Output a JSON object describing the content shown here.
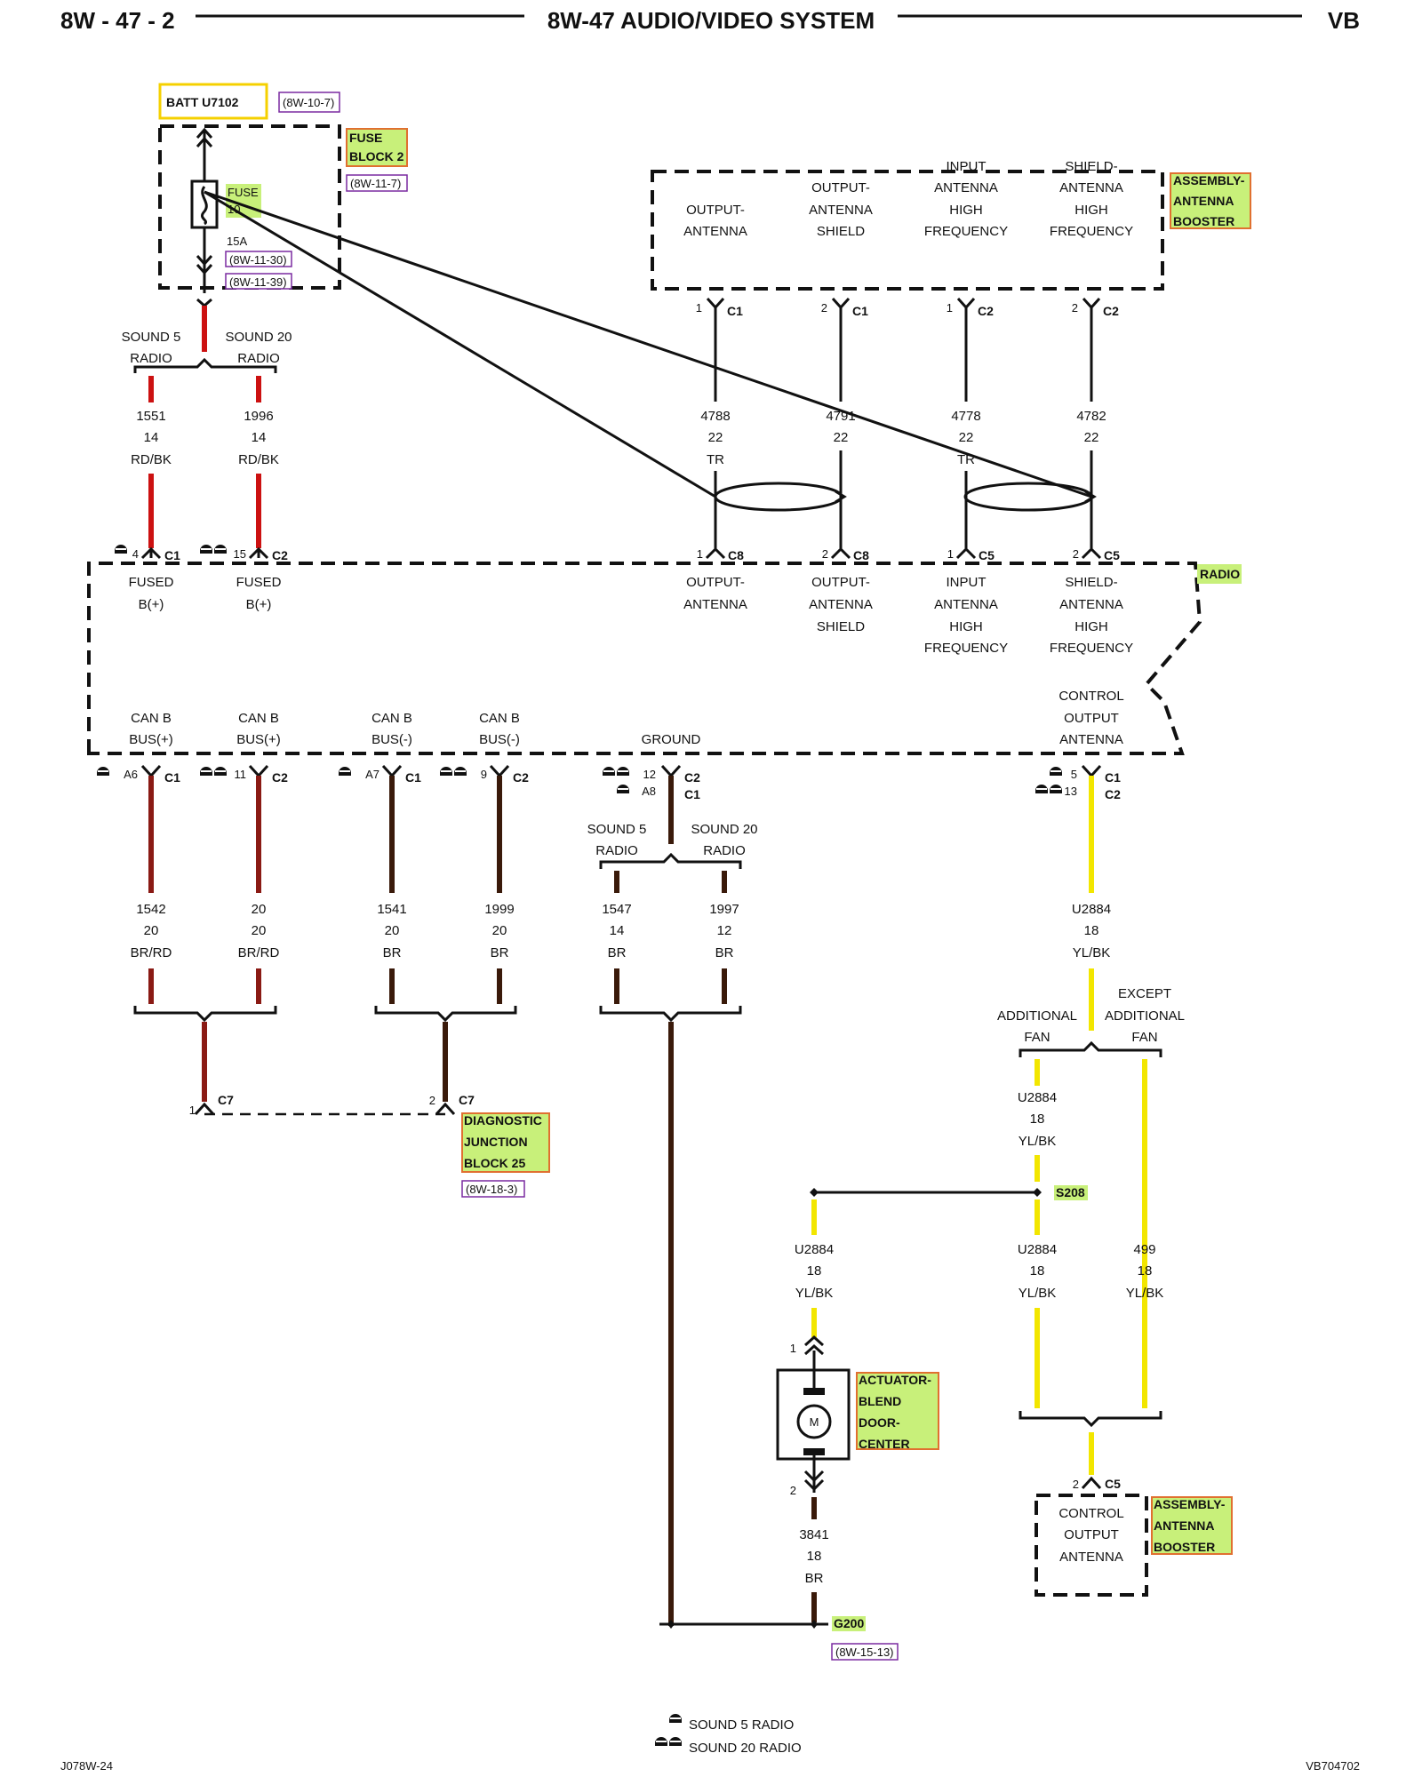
{
  "header": {
    "left": "8W - 47 - 2",
    "title": "8W-47 AUDIO/VIDEO SYSTEM",
    "right": "VB"
  },
  "footer": {
    "left": "J078W-24",
    "right": "VB704702"
  },
  "legend": {
    "sound5": "SOUND 5 RADIO",
    "sound20": "SOUND 20 RADIO"
  },
  "colors": {
    "red_wire": "#cc1111",
    "yellow_wire": "#f2e600",
    "brown_wire": "#3a1a0a",
    "highlight_green": "#c8f07a",
    "highlight_orange_border": "#e07030",
    "ref_border": "#7a2aa0"
  },
  "top_left": {
    "batt_label": "BATT U7102",
    "batt_ref": "(8W-10-7)",
    "fuse_block": [
      "FUSE",
      "BLOCK 2"
    ],
    "fuse_block_ref": "(8W-11-7)",
    "fuse": [
      "FUSE",
      "10"
    ],
    "fuse_rating": "15A",
    "fuse_refs": [
      "(8W-11-30)",
      "(8W-11-39)"
    ],
    "sound5": [
      "SOUND 5",
      "RADIO"
    ],
    "sound20": [
      "SOUND 20",
      "RADIO"
    ]
  },
  "booster_top": {
    "name": [
      "ASSEMBLY-",
      "ANTENNA",
      "BOOSTER"
    ],
    "pins": [
      {
        "label": [
          "",
          "",
          "OUTPUT-",
          "ANTENNA"
        ],
        "pin": "1",
        "conn": "C1"
      },
      {
        "label": [
          "",
          "OUTPUT-",
          "ANTENNA",
          "SHIELD"
        ],
        "pin": "2",
        "conn": "C1"
      },
      {
        "label": [
          "INPUT",
          "ANTENNA",
          "HIGH",
          "FREQUENCY"
        ],
        "pin": "1",
        "conn": "C2"
      },
      {
        "label": [
          "SHIELD-",
          "ANTENNA",
          "HIGH",
          "FREQUENCY"
        ],
        "pin": "2",
        "conn": "C2"
      }
    ]
  },
  "wires_upper": [
    {
      "circuit": "1551",
      "gauge": "14",
      "color": "RD/BK"
    },
    {
      "circuit": "1996",
      "gauge": "14",
      "color": "RD/BK"
    },
    {
      "circuit": "4788",
      "gauge": "22",
      "color": "TR"
    },
    {
      "circuit": "4791",
      "gauge": "22",
      "color": ""
    },
    {
      "circuit": "4778",
      "gauge": "22",
      "color": "TR"
    },
    {
      "circuit": "4782",
      "gauge": "22",
      "color": ""
    }
  ],
  "radio": {
    "name": "RADIO",
    "top_pins": [
      {
        "pin": "4",
        "conn": "C1",
        "label": [
          "FUSED",
          "B(+)"
        ]
      },
      {
        "pin": "15",
        "conn": "C2",
        "label": [
          "FUSED",
          "B(+)"
        ]
      },
      {
        "pin": "1",
        "conn": "C8",
        "label": [
          "OUTPUT-",
          "ANTENNA"
        ]
      },
      {
        "pin": "2",
        "conn": "C8",
        "label": [
          "OUTPUT-",
          "ANTENNA",
          "SHIELD"
        ]
      },
      {
        "pin": "1",
        "conn": "C5",
        "label": [
          "INPUT",
          "ANTENNA",
          "HIGH",
          "FREQUENCY"
        ]
      },
      {
        "pin": "2",
        "conn": "C5",
        "label": [
          "SHIELD-",
          "ANTENNA",
          "HIGH",
          "FREQUENCY"
        ]
      }
    ],
    "bottom_labels": [
      [
        "CAN B",
        "BUS(+)"
      ],
      [
        "CAN B",
        "BUS(+)"
      ],
      [
        "CAN B",
        "BUS(-)"
      ],
      [
        "CAN B",
        "BUS(-)"
      ],
      [
        "GROUND"
      ],
      [
        "CONTROL",
        "OUTPUT",
        "ANTENNA"
      ]
    ],
    "bottom_pins": [
      {
        "pin": "A6",
        "conn": "C1"
      },
      {
        "pin": "11",
        "conn": "C2"
      },
      {
        "pin": "A7",
        "conn": "C1"
      },
      {
        "pin": "9",
        "conn": "C2"
      },
      {
        "pin": "12",
        "conn": "C2",
        "pin2": "A8",
        "conn2": "C1"
      },
      {
        "pin": "5",
        "conn": "C1",
        "pin2": "13",
        "conn2": "C2"
      }
    ]
  },
  "wires_lower": [
    {
      "circuit": "1542",
      "gauge": "20",
      "color": "BR/RD"
    },
    {
      "circuit": "20",
      "gauge": "20",
      "color": "BR/RD"
    },
    {
      "circuit": "1541",
      "gauge": "20",
      "color": "BR"
    },
    {
      "circuit": "1999",
      "gauge": "20",
      "color": "BR"
    },
    {
      "circuit": "1547",
      "gauge": "14",
      "color": "BR"
    },
    {
      "circuit": "1997",
      "gauge": "12",
      "color": "BR"
    },
    {
      "circuit": "U2884",
      "gauge": "18",
      "color": "YL/BK"
    }
  ],
  "ground_split": {
    "left": [
      "SOUND 5",
      "RADIO"
    ],
    "right": [
      "SOUND 20",
      "RADIO"
    ]
  },
  "fan_split": {
    "left": [
      "ADDITIONAL",
      "FAN"
    ],
    "right": [
      "EXCEPT",
      "ADDITIONAL",
      "FAN"
    ]
  },
  "djb": {
    "pin1": "1",
    "pin2": "2",
    "conn": "C7",
    "name": [
      "DIAGNOSTIC",
      "JUNCTION",
      "BLOCK 25"
    ],
    "ref": "(8W-18-3)"
  },
  "fan_wires": [
    {
      "circuit": "U2884",
      "gauge": "18",
      "color": "YL/BK"
    },
    {
      "circuit": "U2884",
      "gauge": "18",
      "color": "YL/BK"
    },
    {
      "circuit": "U2884",
      "gauge": "18",
      "color": "YL/BK"
    },
    {
      "circuit": "499",
      "gauge": "18",
      "color": "YL/BK"
    }
  ],
  "splice": "S208",
  "actuator": {
    "name": [
      "ACTUATOR-",
      "BLEND",
      "DOOR-",
      "CENTER"
    ],
    "pin1": "1",
    "pin2": "2",
    "motor": "M",
    "wire": {
      "circuit": "3841",
      "gauge": "18",
      "color": "BR"
    }
  },
  "ground": {
    "name": "G200",
    "ref": "(8W-15-13)"
  },
  "booster_bottom": {
    "pin": "2",
    "conn": "C5",
    "label": [
      "CONTROL",
      "OUTPUT",
      "ANTENNA"
    ],
    "name": [
      "ASSEMBLY-",
      "ANTENNA",
      "BOOSTER"
    ]
  }
}
